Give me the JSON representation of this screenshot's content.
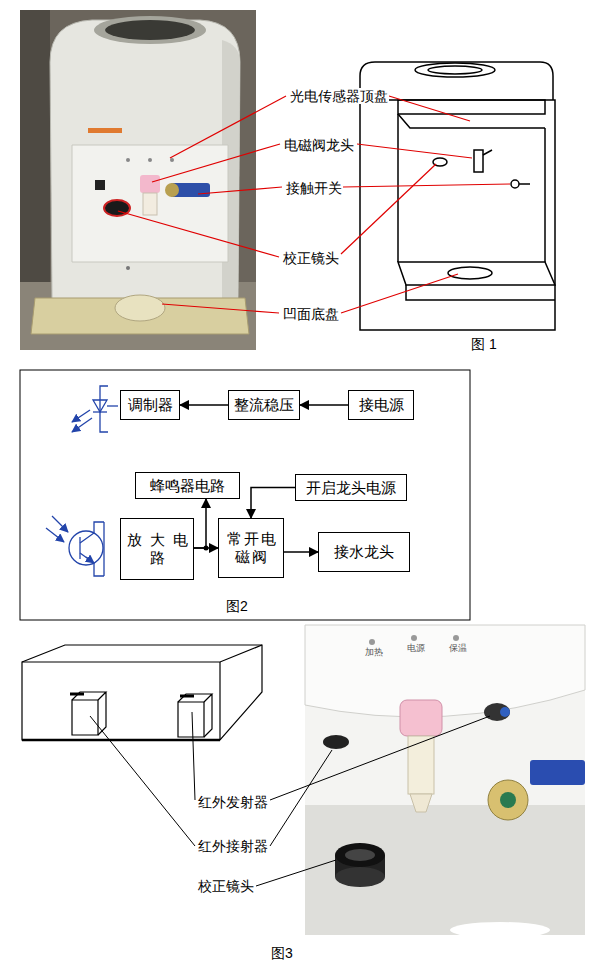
{
  "diagram": {
    "nodes": [
      {
        "text": [
          "调制器"
        ]
      },
      {
        "text": [
          "整流稳压"
        ]
      },
      {
        "text": [
          "接电源"
        ]
      },
      {
        "text": [
          "蜂鸣器电路"
        ]
      },
      {
        "text": [
          "开启龙头电源"
        ]
      },
      {
        "text": [
          "放大电路"
        ]
      },
      {
        "text": [
          "常开电磁阀"
        ]
      },
      {
        "text": [
          "接水龙头"
        ]
      }
    ],
    "edges": [
      {
        "from": 1,
        "to": 0,
        "arrow": "to"
      },
      {
        "from": 2,
        "to": 1,
        "arrow": "to"
      },
      {
        "from": 5,
        "to": 6,
        "arrow": "to"
      },
      {
        "from": 5,
        "to": 3,
        "arrow": "to"
      },
      {
        "from": 4,
        "to": 6,
        "arrow": "to"
      },
      {
        "from": 6,
        "to": 7,
        "arrow": "to"
      }
    ],
    "labels": [
      "光电传感器顶盘",
      "电磁阀龙头",
      "接触开关",
      "校正镜头",
      "凹面底盘",
      "图 1",
      "图2",
      "加热",
      "电源",
      "保温",
      "红外发射器",
      "红外接射器",
      "校正镜头",
      "图3"
    ]
  }
}
